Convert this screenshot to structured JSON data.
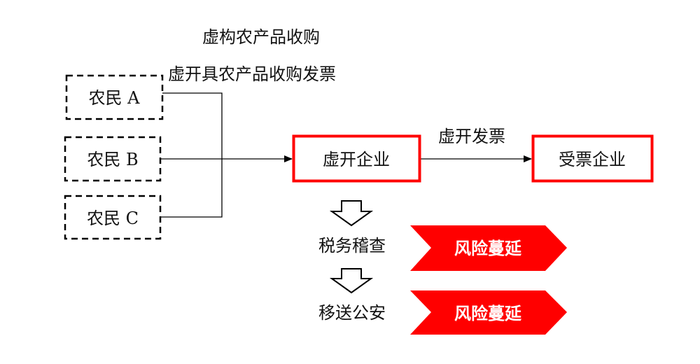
{
  "top_label_1": "虚构农产品收购",
  "top_label_2": "虚开具农产品收购发票",
  "farmers": [
    "农民 A",
    "农民 B",
    "农民 C"
  ],
  "fake_company": "虚开企业",
  "invoice_label": "虚开发票",
  "receiving_company": "受票企业",
  "steps": [
    "税务稽查",
    "移送公安"
  ],
  "risk_labels": [
    "风险蔓延",
    "风险蔓延"
  ],
  "colors": {
    "accent_red": "#ff0000",
    "line": "#000000"
  }
}
